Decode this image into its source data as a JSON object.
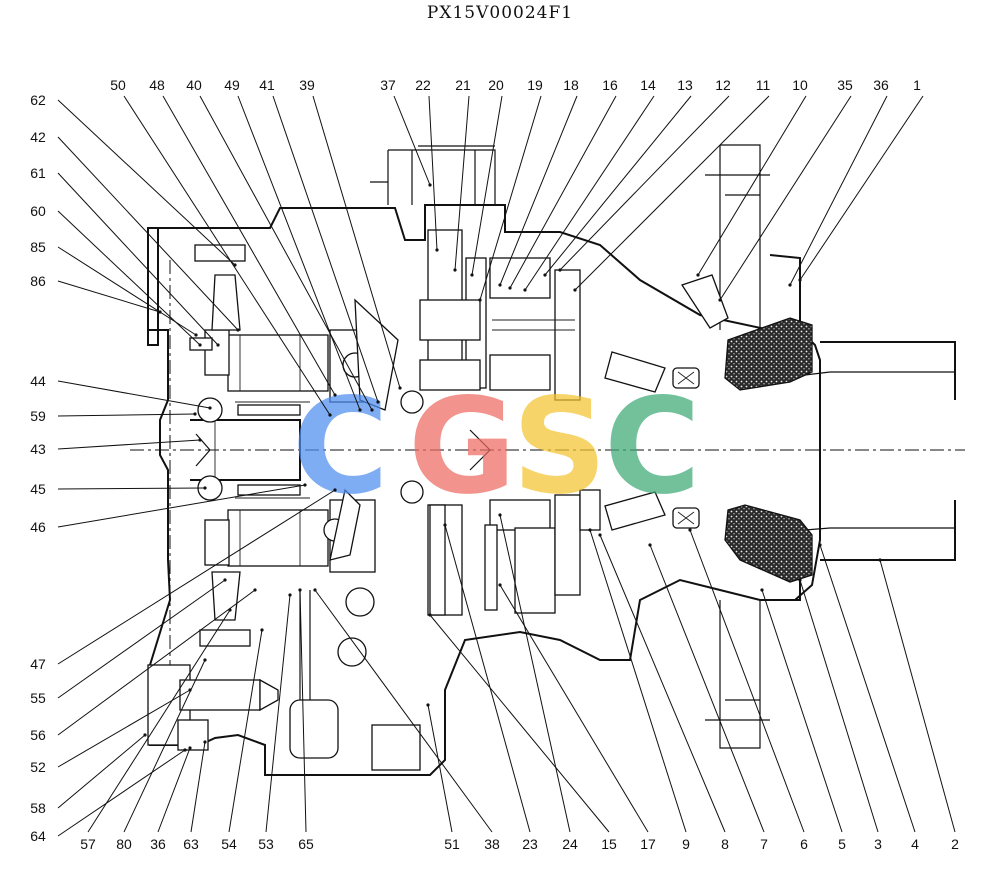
{
  "diagram": {
    "title": "PX15V00024F1",
    "watermark": {
      "letters": [
        "C",
        "G",
        "S",
        "C"
      ],
      "colors": [
        "#4f8ef0",
        "#ee6b62",
        "#f4c430",
        "#3daa76"
      ]
    },
    "callouts": {
      "top": [
        "50",
        "48",
        "40",
        "49",
        "41",
        "39",
        "37",
        "22",
        "21",
        "20",
        "19",
        "18",
        "16",
        "14",
        "13",
        "12",
        "11",
        "10",
        "35",
        "36",
        "1"
      ],
      "left": [
        "62",
        "42",
        "61",
        "60",
        "85",
        "86",
        "44",
        "59",
        "43",
        "45",
        "46",
        "47",
        "55",
        "56",
        "52",
        "58",
        "64"
      ],
      "bottom": [
        "57",
        "80",
        "36",
        "63",
        "54",
        "53",
        "65",
        "51",
        "38",
        "23",
        "24",
        "15",
        "17",
        "9",
        "8",
        "7",
        "6",
        "5",
        "3",
        "4",
        "2"
      ]
    }
  }
}
